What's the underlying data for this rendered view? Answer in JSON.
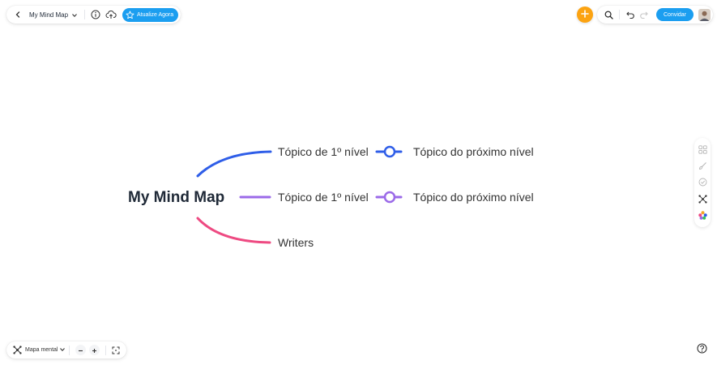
{
  "header": {
    "title": "My Mind Map",
    "upgrade_label": "Atualize Agora",
    "share_label": "Convidar",
    "icons": [
      "chevron-left-icon",
      "chevron-down-icon",
      "info-icon",
      "cloud-icon",
      "star-icon",
      "plus-icon",
      "search-icon",
      "undo-icon",
      "redo-icon"
    ]
  },
  "mindmap": {
    "root": "My Mind Map",
    "branches": [
      {
        "label": "Tópico de 1º nível",
        "child": "Tópico do próximo nível",
        "color": "#2f5ee8"
      },
      {
        "label": "Tópico de 1º nível",
        "child": "Tópico do próximo nível",
        "color": "#9b6ae8"
      },
      {
        "label": "Writers",
        "color": "#ee4a82"
      }
    ]
  },
  "side_panel": {
    "icons": [
      "layout-grid-icon",
      "brush-icon",
      "check-circle-icon",
      "structure-icon",
      "colors-icon"
    ]
  },
  "footer": {
    "layout_label": "Mapa mental",
    "icons": [
      "mind-map-icon",
      "zoom-out-icon",
      "zoom-in-icon",
      "fit-screen-icon",
      "help-icon"
    ]
  },
  "colors": {
    "accent": "#1b9ef0",
    "add_button": "#fca311"
  }
}
